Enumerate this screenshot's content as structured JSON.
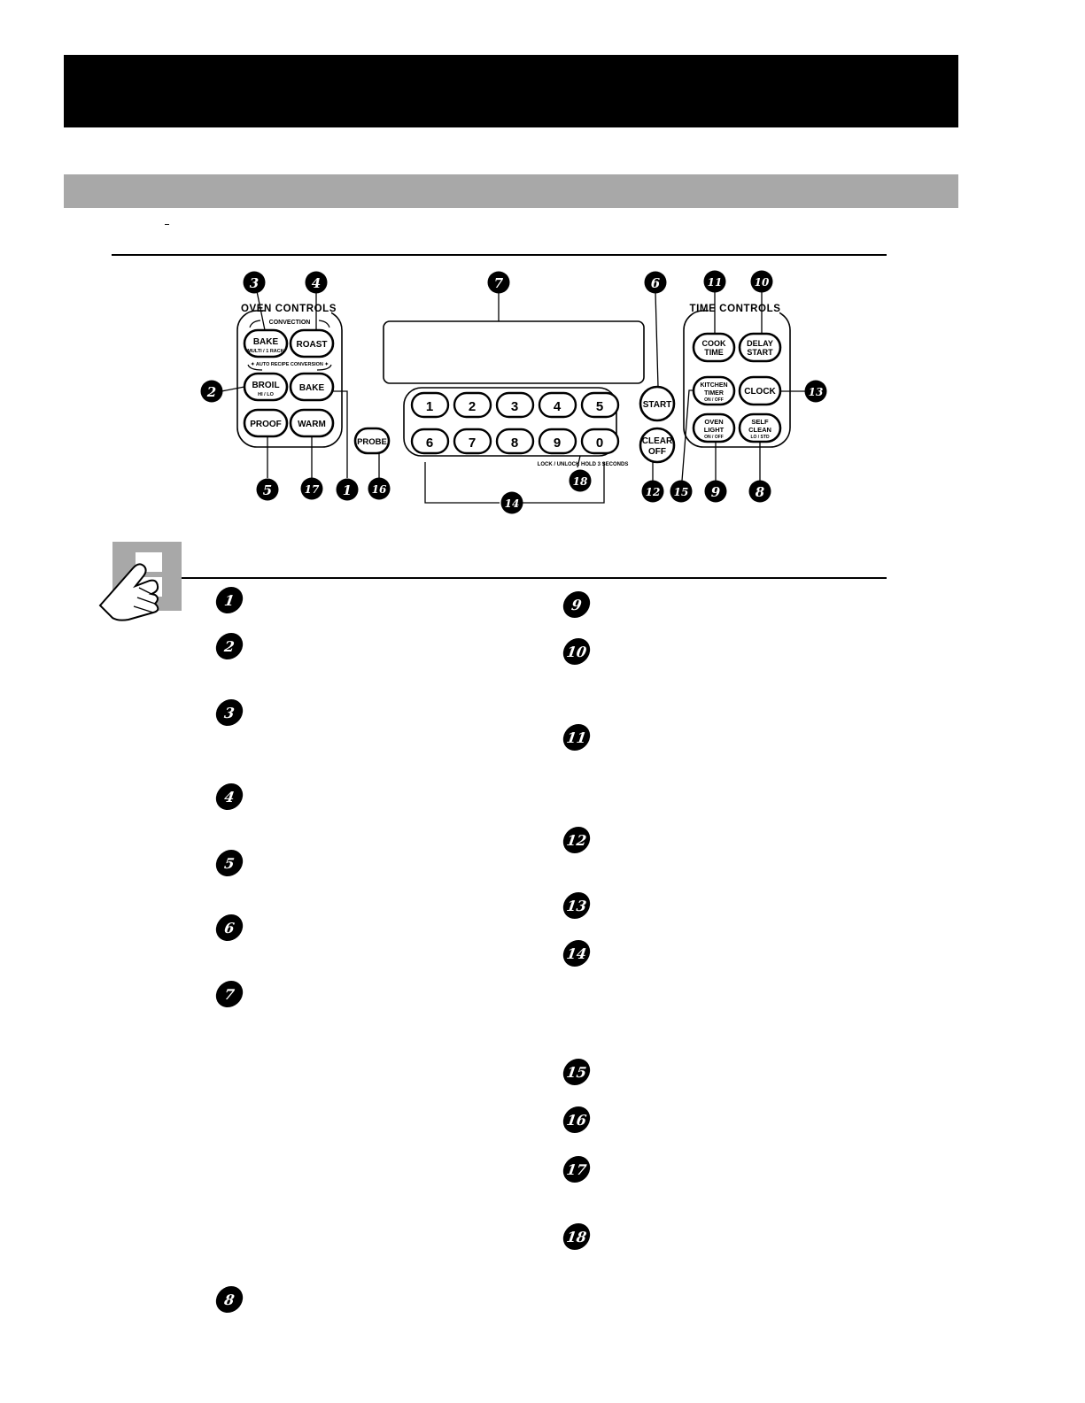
{
  "panel": {
    "oven_controls_title": "OVEN CONTROLS",
    "time_controls_title": "TIME CONTROLS",
    "convection_label": "CONVECTION",
    "auto_recipe_label": "✦ AUTO RECIPE CONVERSION ✦",
    "lock_label": "LOCK / UNLOCK HOLD 3 SECONDS",
    "buttons": {
      "bake_convection": {
        "line1": "BAKE",
        "line2": "MULTI / 1 RACK"
      },
      "roast": {
        "line1": "ROAST"
      },
      "broil": {
        "line1": "BROIL",
        "line2": "HI / LO"
      },
      "bake": {
        "line1": "BAKE"
      },
      "proof": {
        "line1": "PROOF"
      },
      "warm": {
        "line1": "WARM"
      },
      "probe": {
        "line1": "PROBE"
      },
      "start": {
        "line1": "START"
      },
      "clear_off": {
        "line1": "CLEAR",
        "line2": "OFF"
      },
      "cook_time": {
        "line1": "COOK",
        "line2": "TIME"
      },
      "delay_start": {
        "line1": "DELAY",
        "line2": "START"
      },
      "kitchen_timer": {
        "line1": "KITCHEN",
        "line2": "TIMER",
        "line3": "ON / OFF"
      },
      "clock": {
        "line1": "CLOCK"
      },
      "oven_light": {
        "line1": "OVEN",
        "line2": "LIGHT",
        "line3": "ON / OFF"
      },
      "self_clean": {
        "line1": "SELF",
        "line2": "CLEAN",
        "line3": "LO / STD"
      }
    },
    "keypad": [
      "1",
      "2",
      "3",
      "4",
      "5",
      "6",
      "7",
      "8",
      "9",
      "0"
    ]
  },
  "callouts": {
    "c1": "1",
    "c2": "2",
    "c3": "3",
    "c4": "4",
    "c5": "5",
    "c6": "6",
    "c7": "7",
    "c8": "8",
    "c9": "9",
    "c10": "10",
    "c11": "11",
    "c12": "12",
    "c13": "13",
    "c14": "14",
    "c15": "15",
    "c16": "16",
    "c17": "17",
    "c18": "18"
  },
  "list": {
    "left": [
      "1",
      "2",
      "3",
      "4",
      "5",
      "6",
      "7",
      "8"
    ],
    "right": [
      "9",
      "10",
      "11",
      "12",
      "13",
      "14",
      "15",
      "16",
      "17",
      "18"
    ]
  }
}
